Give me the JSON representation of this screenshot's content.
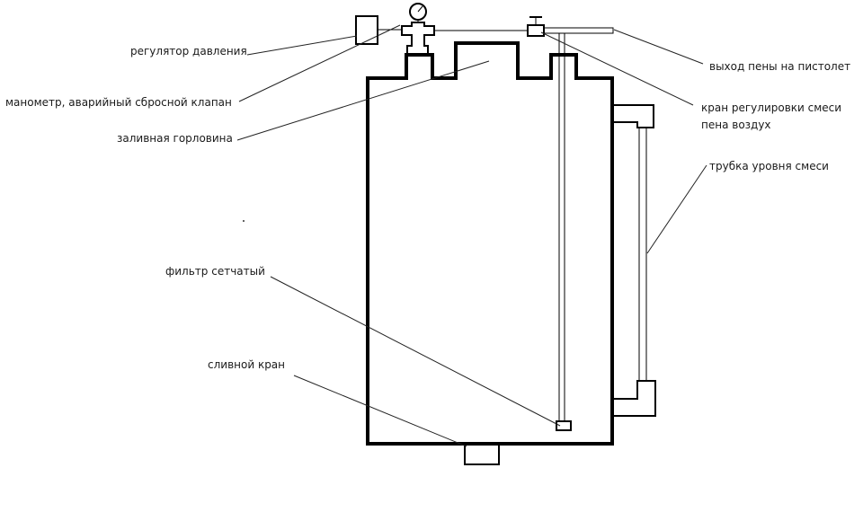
{
  "labels": {
    "pressure_regulator": "регулятор давления",
    "gauge_relief_valve": "манометр, аварийный сбросной клапан",
    "filler_neck": "заливная горловина",
    "mesh_filter": "фильтр сетчатый",
    "drain_valve": "сливной кран",
    "foam_outlet": "выход пены на пистолет",
    "mix_valve_line1": "кран регулировки смеси",
    "mix_valve_line2": "пена воздух",
    "level_tube": "трубка уровня смеси"
  }
}
